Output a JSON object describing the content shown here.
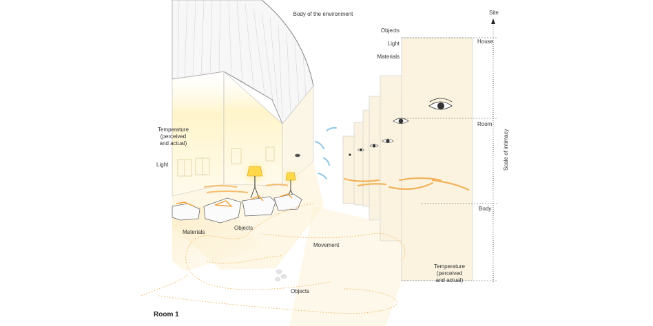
{
  "labels": {
    "body_env": "Body of the environment",
    "objects_top": "Objects",
    "light_top": "Light",
    "materials_top": "Materials",
    "temperature_left": "Temperature\n(perceived\nand actual)",
    "light_left": "Light",
    "objects_mid": "Objects",
    "materials_mid": "Materials",
    "movement": "Movement",
    "objects_bottom": "Objects",
    "temperature_right": "Temperature\n(perceived\nand actual)"
  },
  "scale": {
    "site": "Site",
    "house": "House",
    "room": "Room",
    "body": "Body",
    "axis_title": "Scale of intimacy"
  },
  "caption": "Room  1",
  "colors": {
    "accent_orange": "#f0a23a",
    "lamp_yellow": "#ffd84a",
    "sound_blue": "#8fc6e6",
    "panel_fill": "#fbf3df",
    "line_grey": "#9a9a9a"
  }
}
